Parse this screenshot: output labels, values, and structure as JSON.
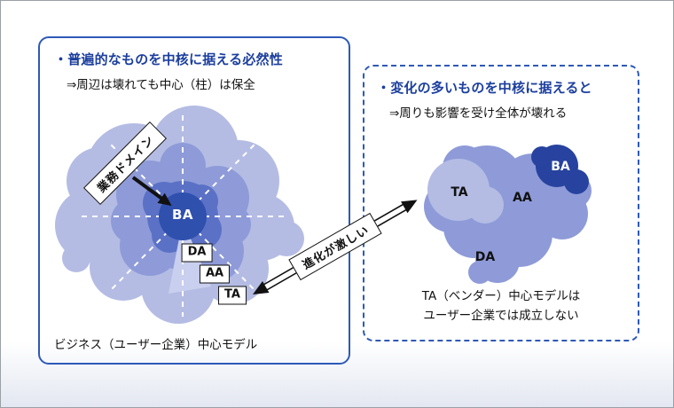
{
  "colors": {
    "accent_blue_border": "#2e59b8",
    "title_blue": "#1c3f9e",
    "blob_pale": "#b4bce4",
    "blob_medium": "#8e9bd8",
    "blob_middark": "#5b71c6",
    "blob_core": "#2f50ad",
    "blob_dark_navy": "#27439f",
    "wedge_light": "#c9cfee"
  },
  "left_panel": {
    "title": "・普遍的なものを中核に据える必然性",
    "subtitle": "⇒周辺は壊れても中心（柱）は保全",
    "domain_tag": "業務ドメイン",
    "center_label": "BA",
    "layers": [
      "DA",
      "AA",
      "TA"
    ],
    "caption": "ビジネス（ユーザー企業）中心モデル"
  },
  "right_panel": {
    "title": "・変化の多いものを中核に据えると",
    "subtitle": "⇒周りも影響を受け全体が壊れる",
    "labels": {
      "ta": "TA",
      "aa": "AA",
      "ba": "BA",
      "da": "DA"
    },
    "caption_line1": "TA（ベンダー）中心モデルは",
    "caption_line2": "ユーザー企業では成立しない"
  },
  "connector": {
    "label": "進化が激しい"
  }
}
